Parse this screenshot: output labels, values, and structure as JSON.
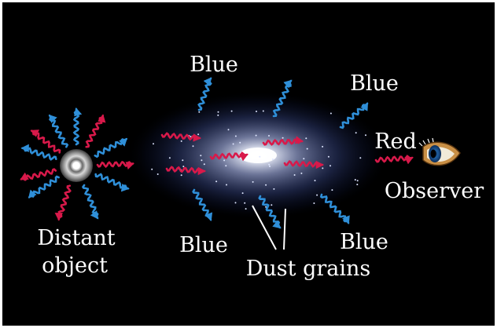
{
  "labels": {
    "blue_top_left": "Blue",
    "blue_top_right": "Blue",
    "blue_bottom_left": "Blue",
    "blue_bottom_right": "Blue",
    "red": "Red",
    "observer": "Observer",
    "distant_object_line1": "Distant",
    "distant_object_line2": "object",
    "dust_grains": "Dust grains"
  },
  "colors": {
    "background": "#000000",
    "border": "#ffffff",
    "blue_light": "#2f8fd8",
    "red_light": "#d8194a",
    "label_text": "#ffffff"
  },
  "icons": {
    "source": "glowing-sphere",
    "observer": "eye-icon"
  }
}
